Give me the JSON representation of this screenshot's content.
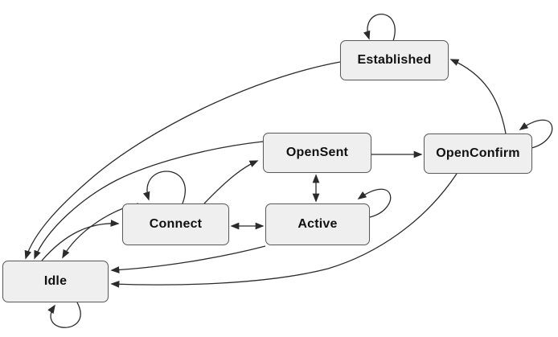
{
  "diagram": {
    "type": "state-machine",
    "nodes": [
      {
        "id": "idle",
        "label": "Idle"
      },
      {
        "id": "connect",
        "label": "Connect"
      },
      {
        "id": "active",
        "label": "Active"
      },
      {
        "id": "opensent",
        "label": "OpenSent"
      },
      {
        "id": "openconfirm",
        "label": "OpenConfirm"
      },
      {
        "id": "established",
        "label": "Established"
      }
    ],
    "edges": [
      {
        "from": "Idle",
        "to": "Idle",
        "kind": "self-loop"
      },
      {
        "from": "Idle",
        "to": "Connect",
        "kind": "directed"
      },
      {
        "from": "Connect",
        "to": "Connect",
        "kind": "self-loop"
      },
      {
        "from": "Connect",
        "to": "OpenSent",
        "kind": "directed"
      },
      {
        "from": "Connect",
        "to": "Active",
        "kind": "bidirectional"
      },
      {
        "from": "Connect",
        "to": "Idle",
        "kind": "directed"
      },
      {
        "from": "Active",
        "to": "Active",
        "kind": "self-loop"
      },
      {
        "from": "Active",
        "to": "OpenSent",
        "kind": "bidirectional"
      },
      {
        "from": "Active",
        "to": "Idle",
        "kind": "directed"
      },
      {
        "from": "OpenSent",
        "to": "OpenConfirm",
        "kind": "directed"
      },
      {
        "from": "OpenSent",
        "to": "Idle",
        "kind": "directed"
      },
      {
        "from": "OpenConfirm",
        "to": "OpenConfirm",
        "kind": "self-loop"
      },
      {
        "from": "OpenConfirm",
        "to": "Established",
        "kind": "directed"
      },
      {
        "from": "OpenConfirm",
        "to": "Idle",
        "kind": "directed"
      },
      {
        "from": "Established",
        "to": "Established",
        "kind": "self-loop"
      },
      {
        "from": "Established",
        "to": "Idle",
        "kind": "directed"
      }
    ],
    "colors": {
      "background": "#ffffff",
      "node_fill": "#efefef",
      "node_border": "#5b5b5b",
      "edge": "#2b2b2b",
      "label": "#111111"
    }
  }
}
